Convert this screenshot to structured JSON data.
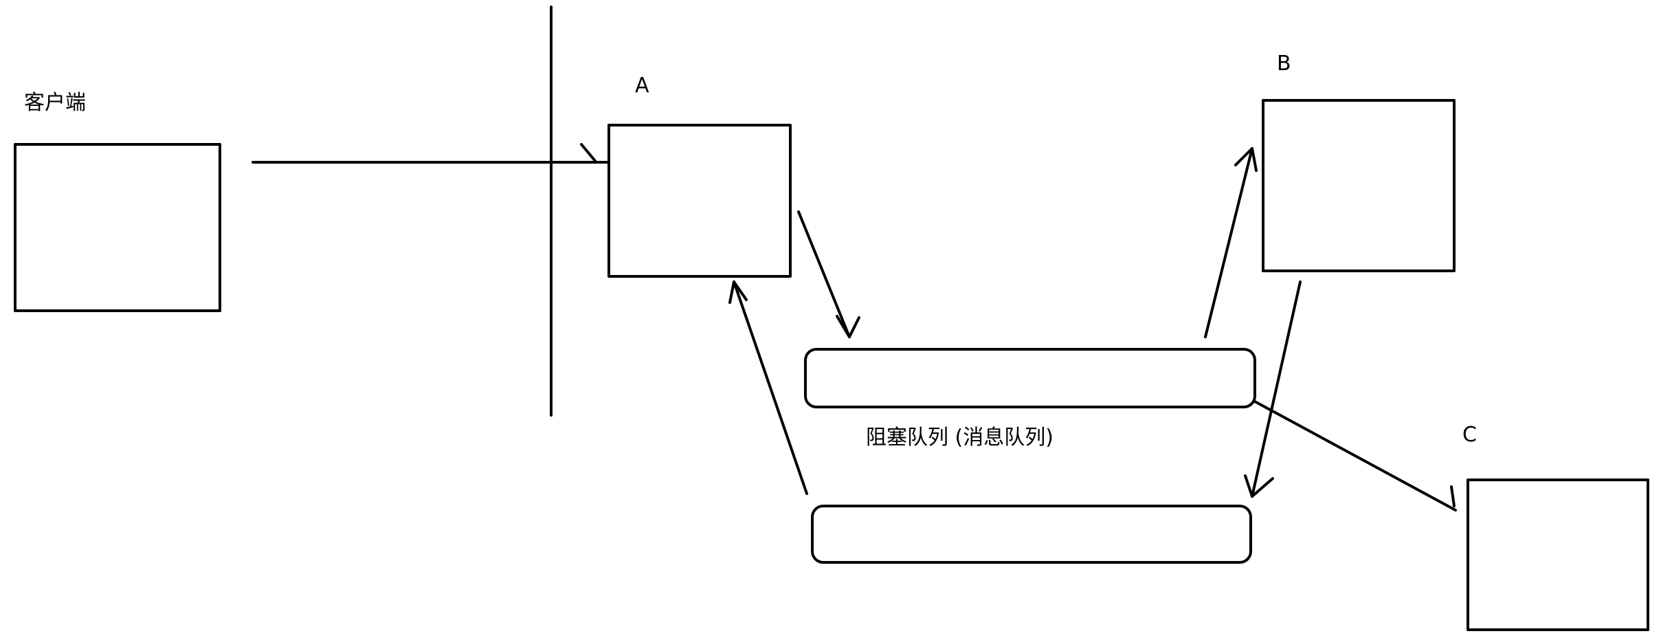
{
  "nodes": {
    "client": {
      "label": "客户端"
    },
    "a": {
      "label": "A"
    },
    "b": {
      "label": "B"
    },
    "c": {
      "label": "C"
    }
  },
  "queue": {
    "label": "阻塞队列 (消息队列)"
  },
  "style": {
    "stroke": "#000000",
    "background": "#ffffff"
  }
}
